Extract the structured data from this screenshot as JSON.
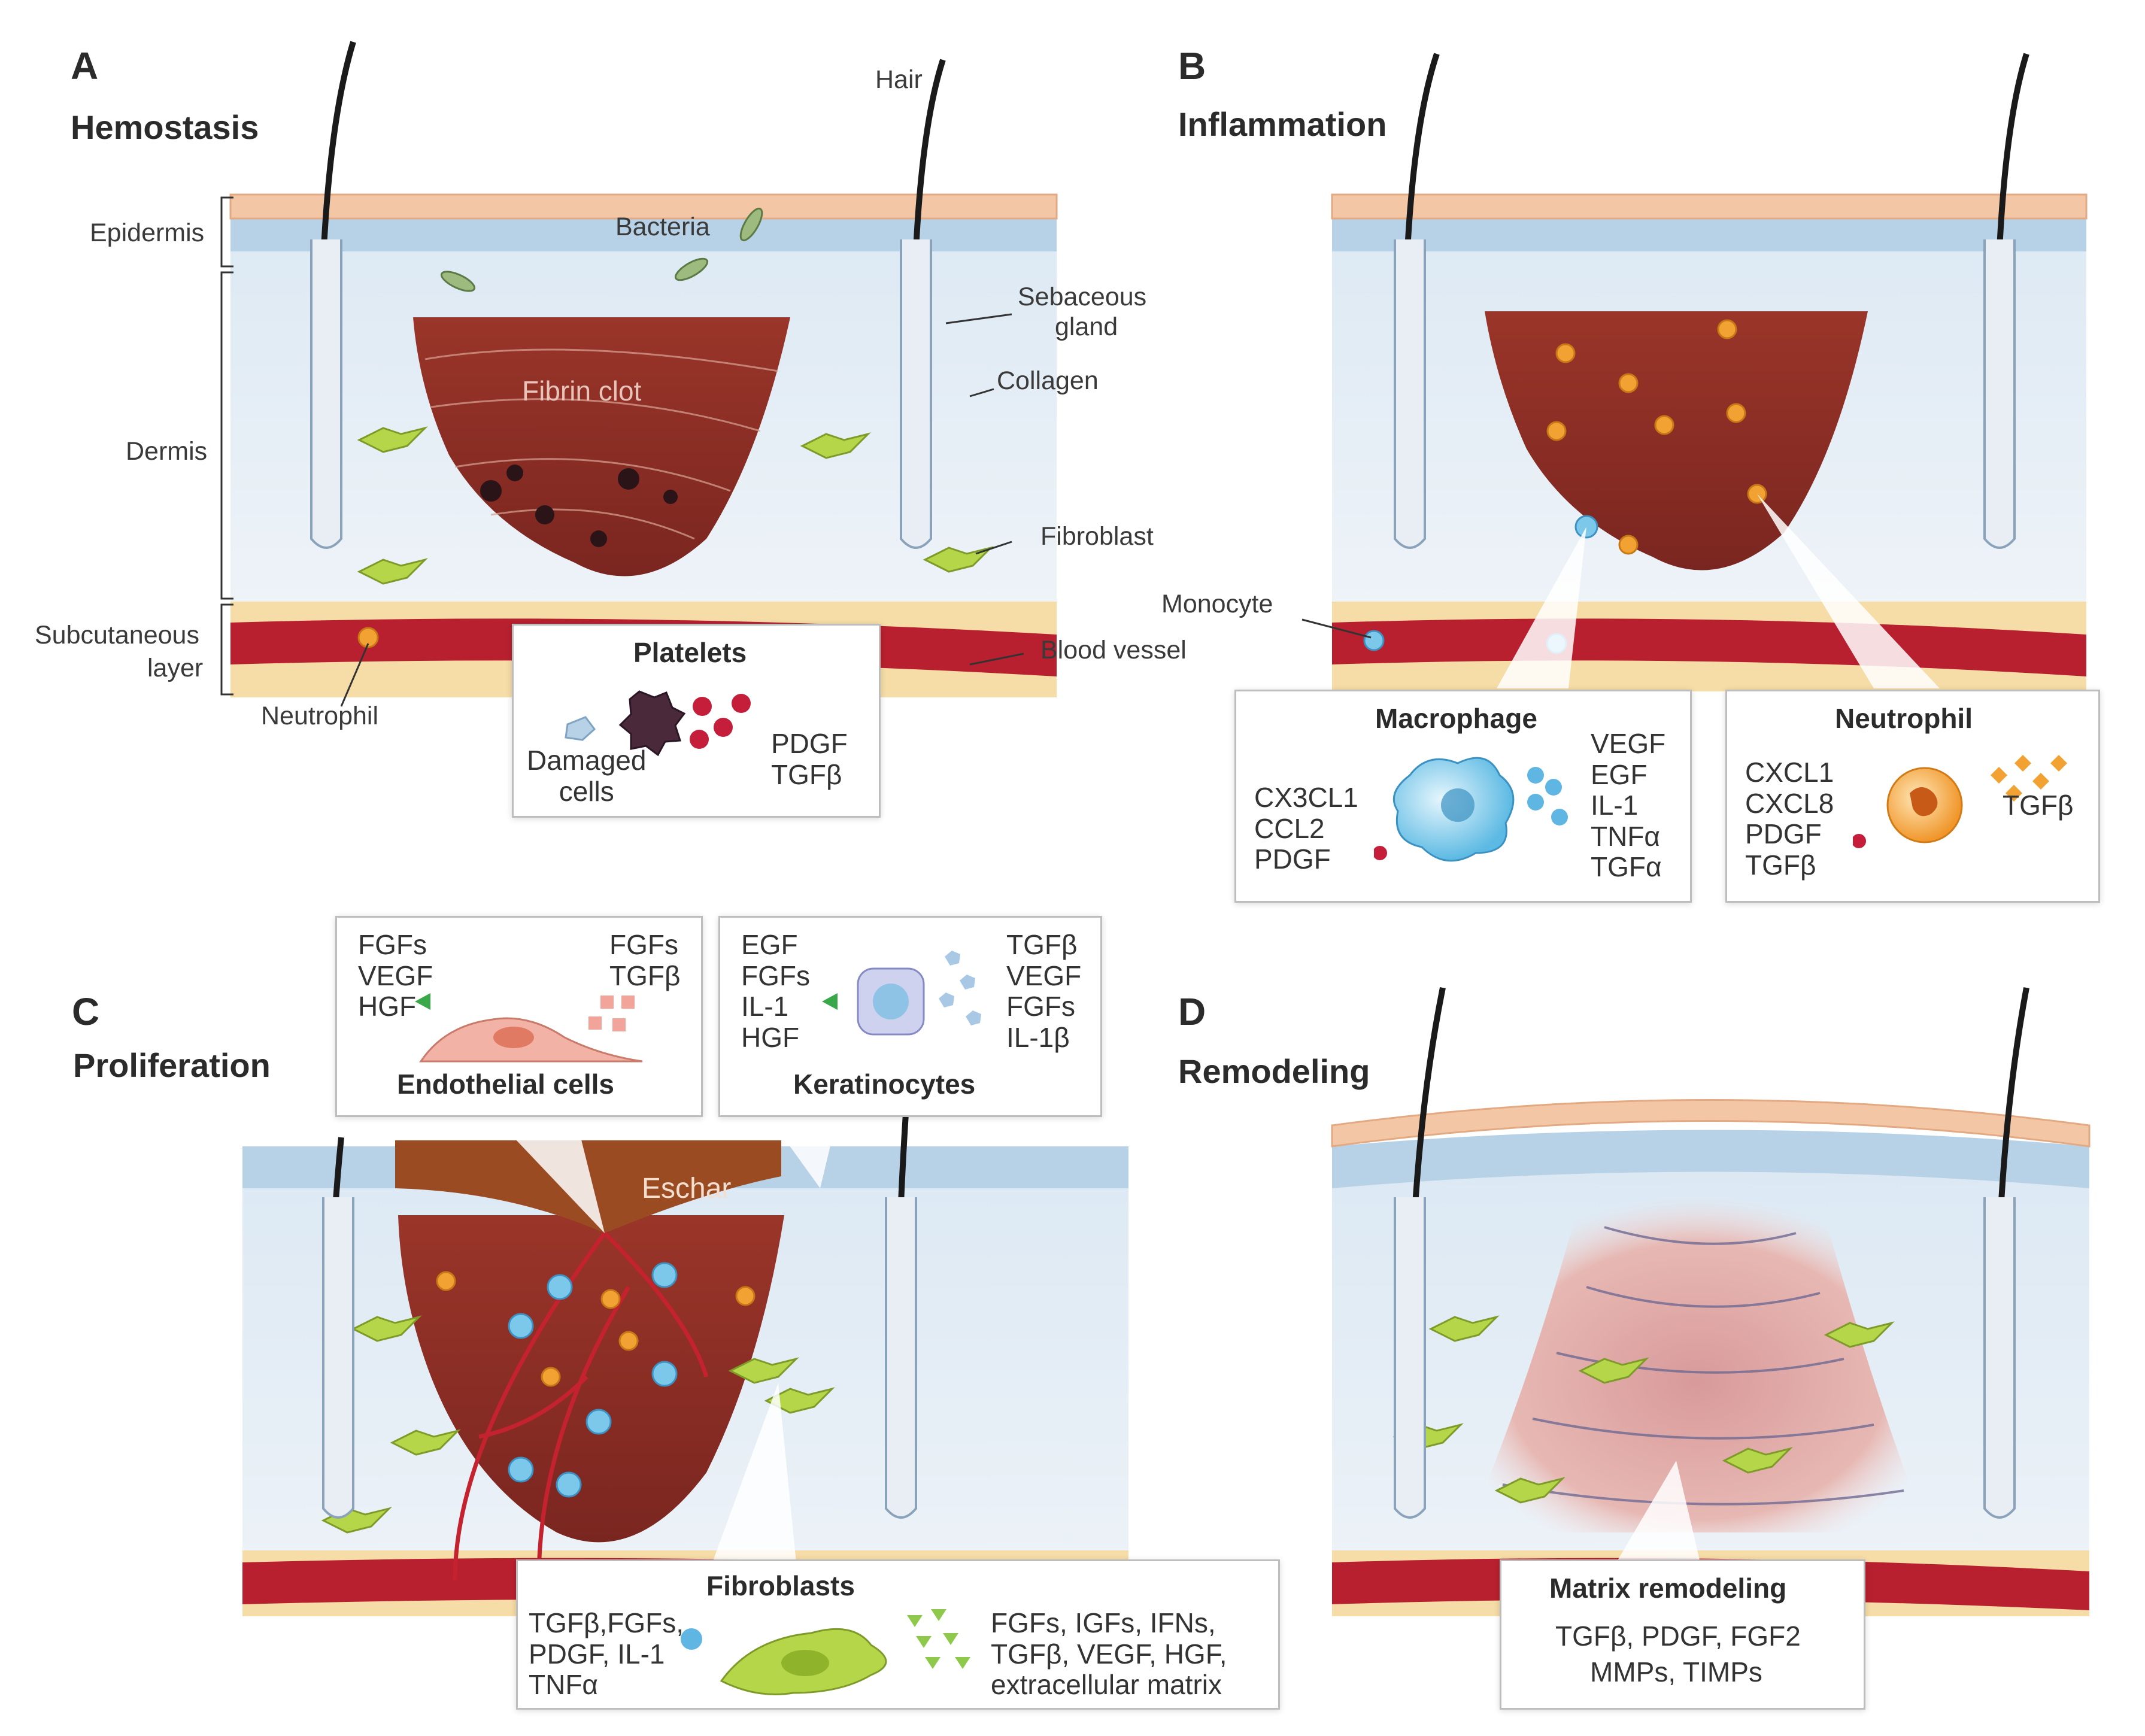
{
  "panels": {
    "a": {
      "letter": "A",
      "title": "Hemostasis"
    },
    "b": {
      "letter": "B",
      "title": "Inflammation"
    },
    "c": {
      "letter": "C",
      "title": "Proliferation"
    },
    "d": {
      "letter": "D",
      "title": "Remodeling"
    }
  },
  "labels_a": {
    "hair": "Hair",
    "epidermis": "Epidermis",
    "dermis": "Dermis",
    "subcutaneous_1": "Subcutaneous",
    "subcutaneous_2": "layer",
    "bacteria": "Bacteria",
    "sebaceous_1": "Sebaceous",
    "sebaceous_2": "gland",
    "collagen": "Collagen",
    "fibroblast": "Fibroblast",
    "blood_vessel": "Blood vessel",
    "neutrophil": "Neutrophil",
    "fibrin_clot": "Fibrin clot"
  },
  "labels_b": {
    "monocyte": "Monocyte"
  },
  "labels_c": {
    "eschar": "Eschar"
  },
  "boxes": {
    "platelets": {
      "title": "Platelets",
      "left": "Damaged\ncells",
      "right": "PDGF\nTGFβ"
    },
    "macrophage": {
      "title": "Macrophage",
      "left": "CX3CL1\nCCL2\nPDGF",
      "right": "VEGF\nEGF\nIL-1\nTNFα\nTGFα"
    },
    "neutrophil": {
      "title": "Neutrophil",
      "left": "CXCL1\nCXCL8\nPDGF\nTGFβ",
      "right": "TGFβ"
    },
    "endothelial": {
      "title": "Endothelial cells",
      "left": "FGFs\nVEGF\nHGF",
      "right": "FGFs\nTGFβ"
    },
    "keratinocytes": {
      "title": "Keratinocytes",
      "left": "EGF\nFGFs\nIL-1\nHGF",
      "right": "TGFβ\nVEGF\nFGFs\nIL-1β"
    },
    "fibroblasts": {
      "title": "Fibroblasts",
      "left": "TGFβ,FGFs,\nPDGF, IL-1\nTNFα",
      "right": "FGFs, IGFs, IFNs,\nTGFβ, VEGF, HGF,\nextracellular matrix"
    },
    "matrix": {
      "title": "Matrix remodeling",
      "line1": "TGFβ, PDGF, FGF2",
      "line2": "MMPs, TIMPs"
    }
  },
  "colors": {
    "epidermis_top": "#f3c7a6",
    "dermis": "#e4edf6",
    "dermis_blue": "#b7d2e6",
    "fibrin_clot": "#8a2d24",
    "fat": "#f6dca6",
    "blood_vessel": "#b8202f",
    "fibroblast": "#b6d64a",
    "neutrophil": "#f1a233",
    "macrophage": "#7cc8ea",
    "eschar": "#9b4b22"
  }
}
